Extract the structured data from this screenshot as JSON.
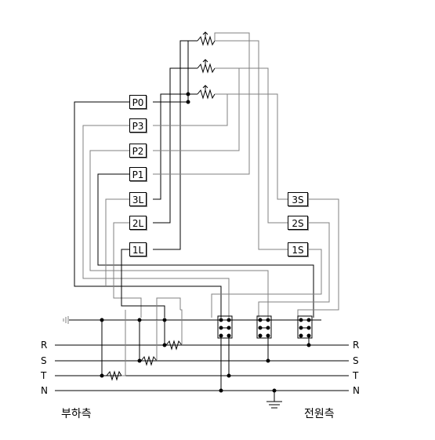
{
  "terminals_left": [
    "P0",
    "P3",
    "P2",
    "P1",
    "3L",
    "2L",
    "1L"
  ],
  "terminals_right": [
    "3S",
    "2S",
    "1S"
  ],
  "bus_labels": [
    "R",
    "S",
    "T",
    "N"
  ],
  "side_labels": {
    "load": "부하측",
    "source": "전원측"
  },
  "line_colors": {
    "wire": "#000000",
    "gray_wire": "#808080"
  }
}
